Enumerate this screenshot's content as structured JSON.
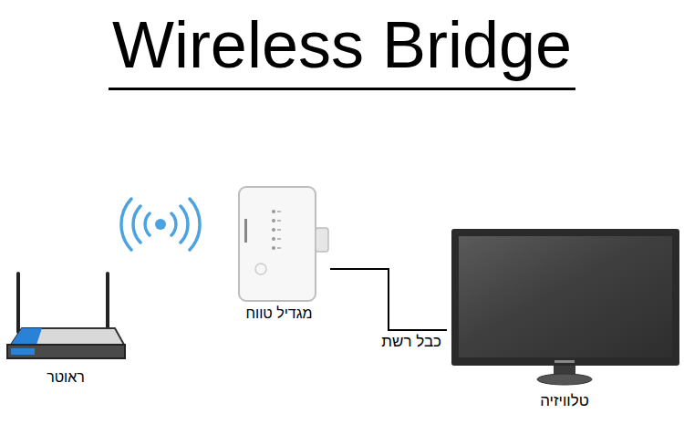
{
  "diagram": {
    "title": "Wireless Bridge",
    "nodes": [
      {
        "text": [
          "ראוטר"
        ]
      },
      {
        "text": [
          "מגדיל טווח"
        ]
      },
      {
        "text": [
          "טלוויזיה"
        ]
      }
    ],
    "edges": [
      {
        "from": 1,
        "to": 2,
        "arrow": "none",
        "label": "כבל רשת"
      }
    ]
  }
}
